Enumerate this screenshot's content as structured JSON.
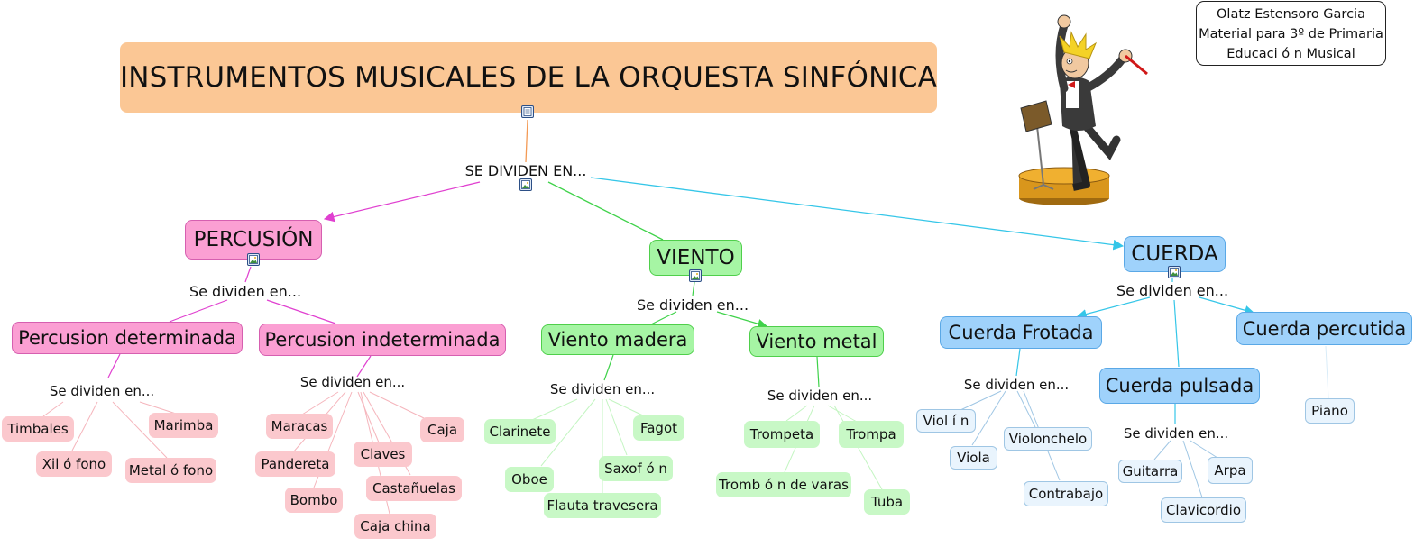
{
  "title": "INSTRUMENTOS MUSICALES DE LA ORQUESTA SINFÓNICA",
  "credits": [
    "Olatz Estensoro Garcia",
    "Material para 3º de Primaria",
    "Educaci ó n Musical"
  ],
  "root_link": "SE DIVIDEN EN...",
  "percusion": {
    "label": "PERCUSIÓN",
    "link": "Se dividen en...",
    "determinada": {
      "label": "Percusion determinada",
      "link": "Se dividen en...",
      "items": [
        "Timbales",
        "Marimba",
        "Xil ó fono",
        "Metal ó fono"
      ]
    },
    "indeterminada": {
      "label": "Percusion indeterminada",
      "link": "Se dividen en...",
      "items": [
        "Maracas",
        "Caja",
        "Pandereta",
        "Claves",
        "Castañuelas",
        "Bombo",
        "Caja china"
      ]
    }
  },
  "viento": {
    "label": "VIENTO",
    "link": "Se dividen en...",
    "madera": {
      "label": "Viento madera",
      "link": "Se dividen en...",
      "items": [
        "Clarinete",
        "Fagot",
        "Oboe",
        "Saxof ó n",
        "Flauta travesera"
      ]
    },
    "metal": {
      "label": "Viento metal",
      "link": "Se dividen en...",
      "items": [
        "Trompeta",
        "Trompa",
        "Tromb ó n de varas",
        "Tuba"
      ]
    }
  },
  "cuerda": {
    "label": "CUERDA",
    "link": "Se dividen en...",
    "frotada": {
      "label": "Cuerda Frotada",
      "link": "Se dividen en...",
      "items": [
        "Viol í n",
        "Viola",
        "Violonchelo",
        "Contrabajo"
      ]
    },
    "pulsada": {
      "label": "Cuerda pulsada",
      "link": "Se dividen en...",
      "items": [
        "Guitarra",
        "Arpa",
        "Clavicordio"
      ]
    },
    "percutida": {
      "label": "Cuerda percutida",
      "items": [
        "Piano"
      ]
    }
  },
  "colors": {
    "title_bg": "#fbc795",
    "percusion": "#fb9fd3",
    "viento": "#a6f5a4",
    "cuerda": "#9fd2fb",
    "line_pink": "#e040d0",
    "line_green": "#3fd24a",
    "line_blue": "#35c6e8"
  },
  "icons": [
    "document-icon",
    "image-icon",
    "conductor-illustration"
  ]
}
